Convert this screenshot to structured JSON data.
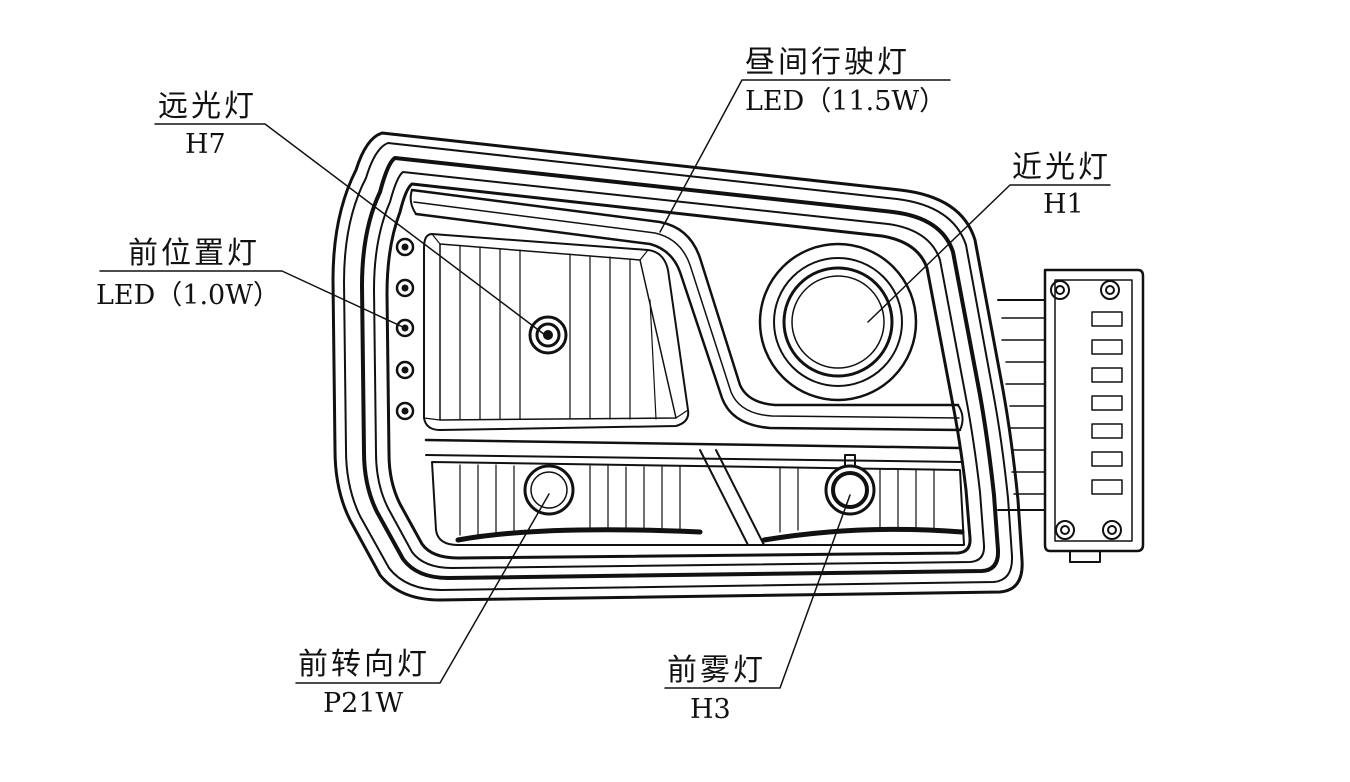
{
  "labels": {
    "high_beam": {
      "name": "远光灯",
      "spec": "H7"
    },
    "drl": {
      "name": "昼间行驶灯",
      "spec": "LED（11.5W）"
    },
    "low_beam": {
      "name": "近光灯",
      "spec": "H1"
    },
    "position": {
      "name": "前位置灯",
      "spec": "LED（1.0W）"
    },
    "turn": {
      "name": "前转向灯",
      "spec": "P21W"
    },
    "fog": {
      "name": "前雾灯",
      "spec": "H3"
    }
  },
  "colors": {
    "line": "#111111",
    "background": "#ffffff"
  }
}
